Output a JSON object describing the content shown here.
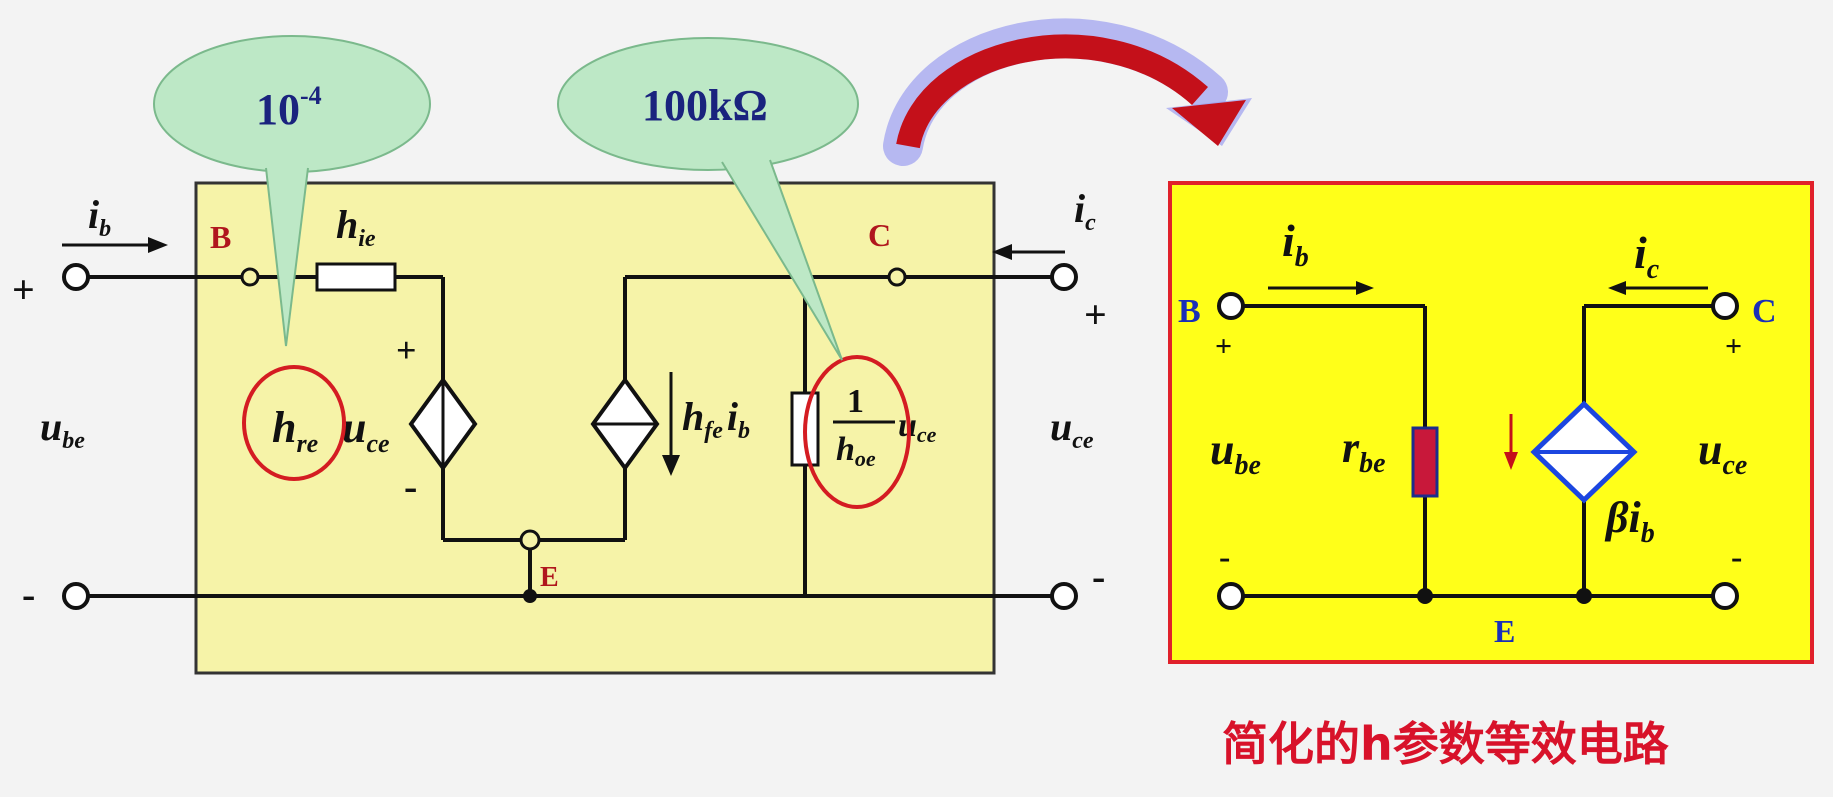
{
  "callouts": {
    "left": {
      "base": "10",
      "exp": "-4"
    },
    "right": {
      "text": "100kΩ"
    }
  },
  "left_circuit": {
    "terminal_b": "B",
    "terminal_c": "C",
    "terminal_e": "E",
    "current_in": {
      "main": "i",
      "sub": "b"
    },
    "current_out": {
      "main": "i",
      "sub": "c"
    },
    "input_voltage": {
      "main": "u",
      "sub": "be"
    },
    "output_voltage": {
      "main": "u",
      "sub": "ce"
    },
    "hie": {
      "main": "h",
      "sub": "ie"
    },
    "hre": {
      "main": "h",
      "sub": "re"
    },
    "hre_u": {
      "main": "u",
      "sub": "ce"
    },
    "hfe": {
      "main": "h",
      "sub": "fe"
    },
    "hfe_i": {
      "main": "i",
      "sub": "b"
    },
    "frac_num": "1",
    "frac_den": {
      "main": "h",
      "sub": "oe"
    },
    "frac_u": {
      "main": "u",
      "sub": "ce"
    },
    "plus": "+",
    "minus": "-"
  },
  "right_circuit": {
    "terminal_b": "B",
    "terminal_c": "C",
    "terminal_e": "E",
    "current_in": {
      "main": "i",
      "sub": "b"
    },
    "current_out": {
      "main": "i",
      "sub": "c"
    },
    "input_voltage": {
      "main": "u",
      "sub": "be"
    },
    "output_voltage": {
      "main": "u",
      "sub": "ce"
    },
    "rbe": {
      "main": "r",
      "sub": "be"
    },
    "source": {
      "beta": "β",
      "main": "i",
      "sub": "b"
    },
    "plus": "+",
    "minus": "-"
  },
  "caption": "简化的h参数等效电路",
  "colors": {
    "left_box_fill": "#f6f3a8",
    "right_box_fill": "#ffff19",
    "right_box_border": "#e0202a",
    "callout_fill": "#bde8c6",
    "highlight_red": "#d41c22",
    "label_red": "#b0161d",
    "label_blue": "#1a2fb8",
    "arrow_red": "#c4101a",
    "arrow_glow": "#9b9ef0",
    "source_blue": "#1c46e0",
    "resistor_red": "#c8183a",
    "caption_red": "#d8122a"
  }
}
